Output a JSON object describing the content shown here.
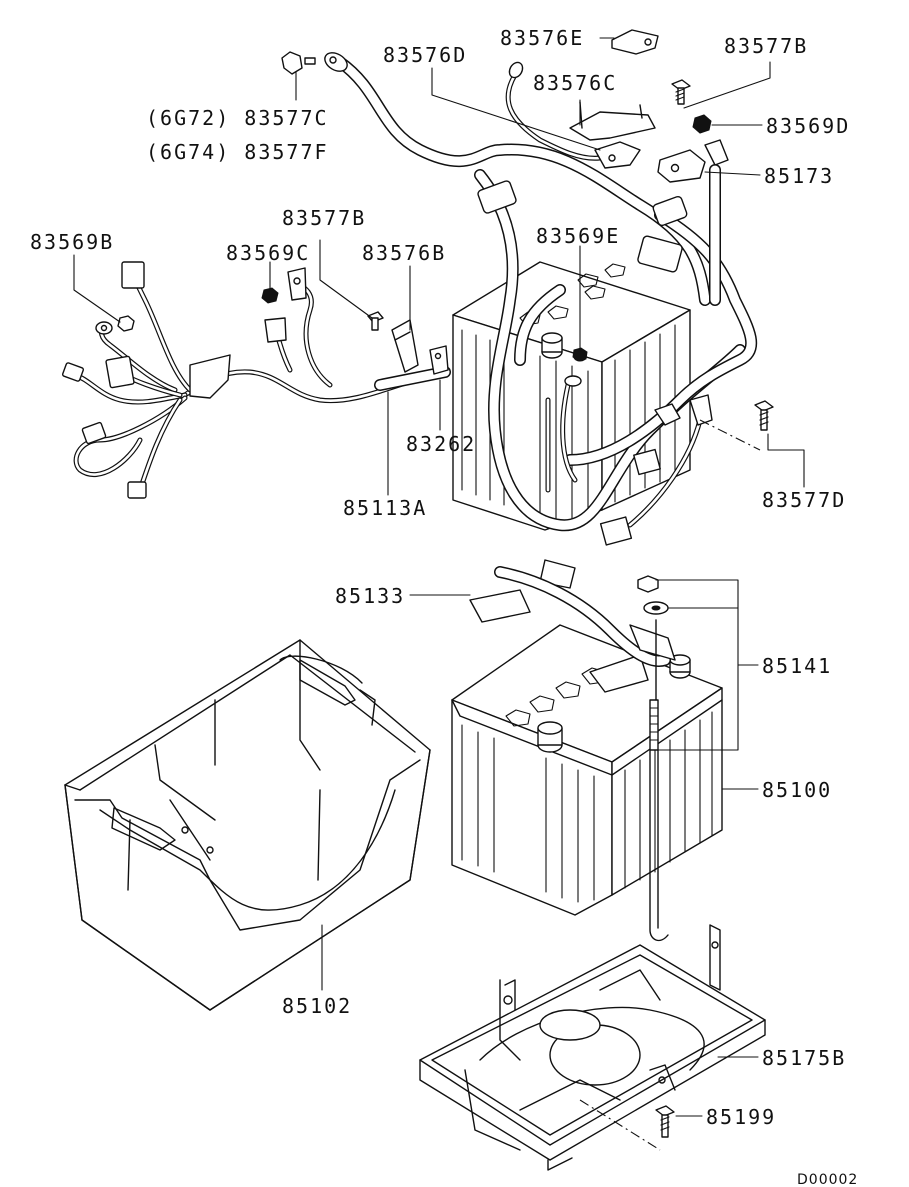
{
  "labels": {
    "p83576E": "83576E",
    "p83576D": "83576D",
    "p83577B_top": "83577B",
    "p83576C": "83576C",
    "p83569D": "83569D",
    "p83577C": "(6G72) 83577C",
    "p83577F": "(6G74) 83577F",
    "p85173": "85173",
    "p83577B_mid": "83577B",
    "p83569B": "83569B",
    "p83569C": "83569C",
    "p83576B": "83576B",
    "p83569E": "83569E",
    "p83262": "83262",
    "p85113A": "85113A",
    "p83577D": "83577D",
    "p85133": "85133",
    "p85141": "85141",
    "p85100": "85100",
    "p85102": "85102",
    "p85175B": "85175B",
    "p85199": "85199"
  },
  "diagram_code": "D00002"
}
